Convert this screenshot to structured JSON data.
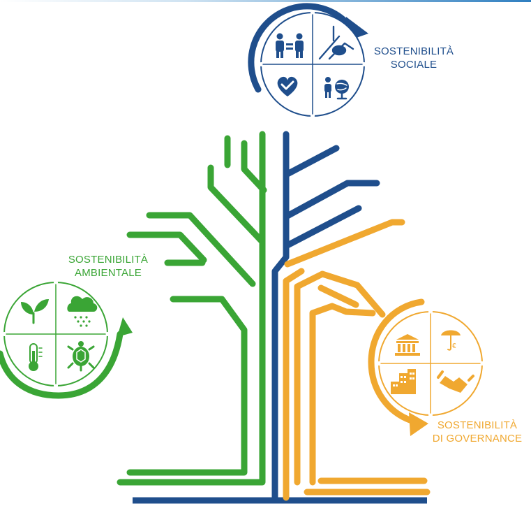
{
  "labels": {
    "social_line1": "SOSTENIBILITÀ",
    "social_line2": "SOCIALE",
    "environmental_line1": "SOSTENIBILITÀ",
    "environmental_line2": "AMBIENTALE",
    "governance_line1": "SOSTENIBILITÀ",
    "governance_line2": "DI GOVERNANCE"
  },
  "colors": {
    "green": "#3aa535",
    "blue": "#1f4e8c",
    "orange": "#f0a830"
  },
  "icons": {
    "social": [
      "equality-icon",
      "helping-hands-icon",
      "heart-check-icon",
      "child-globe-icon"
    ],
    "environmental": [
      "plant-icon",
      "rain-cloud-icon",
      "thermometer-icon",
      "turtle-icon"
    ],
    "governance": [
      "institution-icon",
      "euro-umbrella-icon",
      "buildings-icon",
      "handshake-icon"
    ]
  }
}
